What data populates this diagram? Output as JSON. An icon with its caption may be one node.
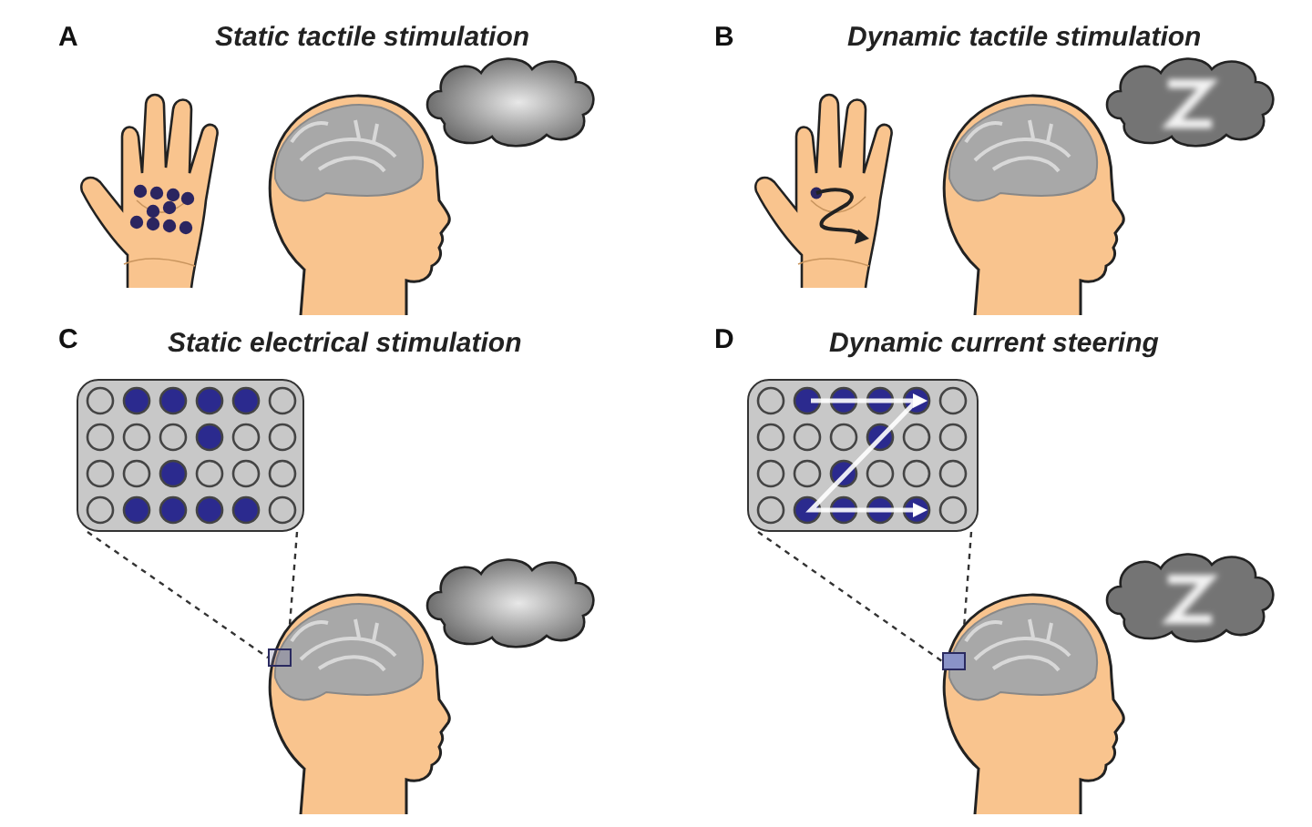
{
  "diagram": {
    "nodes": [
      {
        "text": [],
        "shape": "box"
      },
      {
        "text": [],
        "shape": "box"
      },
      {
        "text": [],
        "shape": "box"
      },
      {
        "text": [],
        "shape": "box"
      }
    ],
    "edges": [
      {
        "from": 0,
        "to": 1,
        "arrow": "none",
        "style": "dashed"
      },
      {
        "from": 2,
        "to": 3,
        "arrow": "none",
        "style": "dashed"
      }
    ],
    "labels": [
      "A",
      "Static tactile stimulation",
      "B",
      "Dynamic tactile stimulation",
      "C",
      "Static electrical stimulation",
      "D",
      "Dynamic current steering"
    ]
  }
}
